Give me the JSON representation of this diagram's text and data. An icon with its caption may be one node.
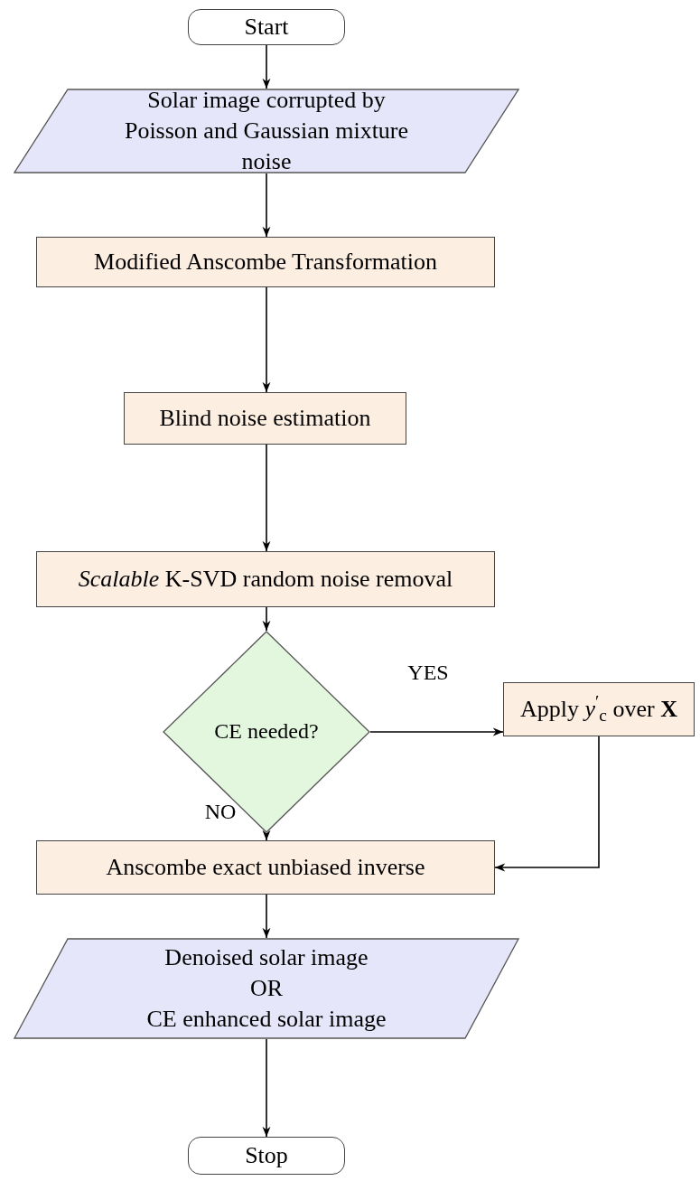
{
  "diagram": {
    "nodes": [
      {
        "text": [
          "Start"
        ]
      },
      {
        "text": [
          "Solar image corrupted by Poisson and Gaussian mixture noise"
        ]
      },
      {
        "text": [
          "Modified Anscombe Transformation"
        ]
      },
      {
        "text": [
          "Blind noise estimation"
        ]
      },
      {
        "text": [
          "*Scalable* K-SVD  random noise removal"
        ]
      },
      {
        "text": [
          "CE needed?"
        ]
      },
      {
        "text": [
          "Apply *y*$^{′}$$_{c}$ over **X**"
        ]
      },
      {
        "text": [
          "Anscombe exact unbiased inverse"
        ]
      },
      {
        "text": [
          "Denoised solar image",
          "OR",
          "CE enhanced solar image"
        ]
      },
      {
        "text": [
          "Stop"
        ]
      }
    ],
    "edges": [
      {
        "from": 0,
        "to": 1,
        "arrow": "to"
      },
      {
        "from": 1,
        "to": 2,
        "arrow": "to"
      },
      {
        "from": 2,
        "to": 3,
        "arrow": "to"
      },
      {
        "from": 3,
        "to": 4,
        "arrow": "to"
      },
      {
        "from": 4,
        "to": 5,
        "arrow": "to"
      },
      {
        "from": 5,
        "to": 6,
        "arrow": "to",
        "label": "YES"
      },
      {
        "from": 5,
        "to": 7,
        "arrow": "to",
        "label": "NO"
      },
      {
        "from": 6,
        "to": 7,
        "arrow": "to"
      },
      {
        "from": 7,
        "to": 8,
        "arrow": "to"
      },
      {
        "from": 8,
        "to": 9,
        "arrow": "to"
      }
    ]
  }
}
